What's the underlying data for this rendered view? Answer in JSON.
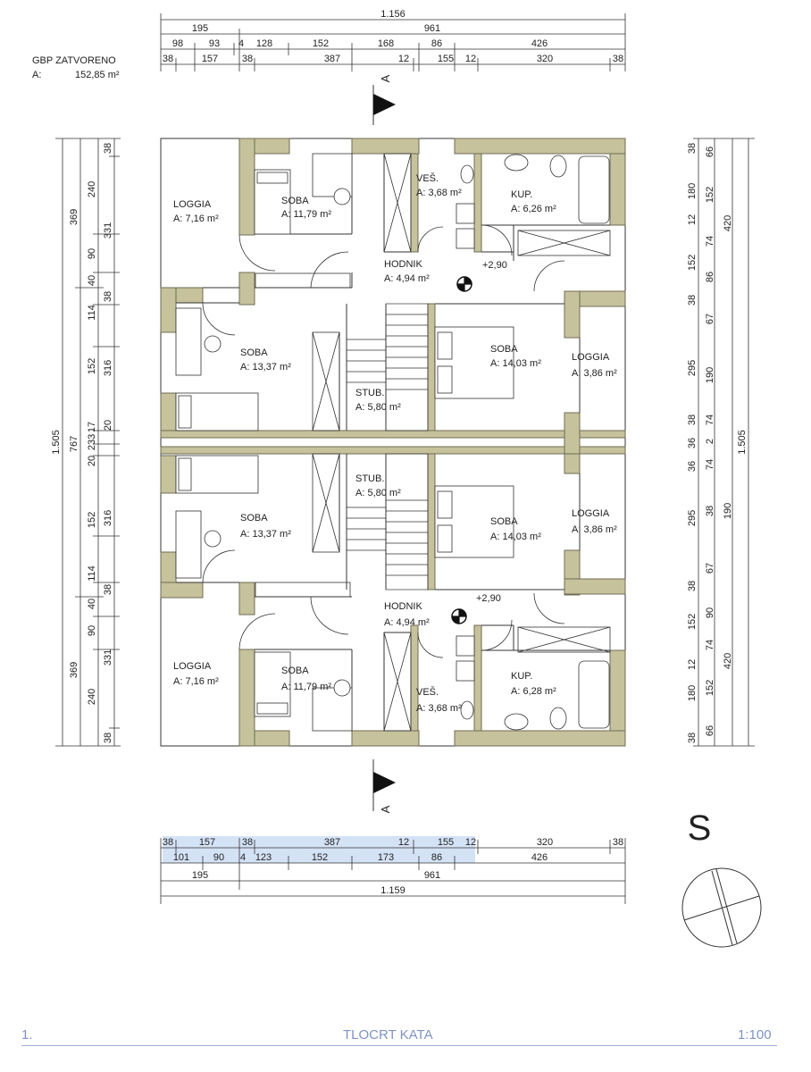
{
  "gbp": {
    "label": "GBP ZATVORENO",
    "area_prefix": "A:",
    "area_value": "152,85 m²"
  },
  "top_dims": {
    "total": "1.156",
    "row2": [
      "195",
      "961"
    ],
    "row3": [
      "98",
      "93",
      "4",
      "128",
      "152",
      "168",
      "86",
      "426"
    ],
    "row4": [
      "38",
      "157",
      "38",
      "387",
      "12",
      "155",
      "12",
      "320",
      "38"
    ]
  },
  "bottom_dims": {
    "row1": [
      "38",
      "157",
      "38",
      "387",
      "12",
      "155",
      "12",
      "320",
      "38"
    ],
    "row2": [
      "101",
      "90",
      "4",
      "123",
      "152",
      "173",
      "86",
      "426"
    ],
    "row3": [
      "195",
      "961"
    ],
    "total": "1.159"
  },
  "left_dims": {
    "total": "1.505",
    "col2": [
      "369",
      "767",
      "369"
    ],
    "col3": [
      "240",
      "90",
      "40",
      "114",
      "152",
      "233",
      "17",
      "20",
      "152",
      "114",
      "40",
      "90",
      "240"
    ],
    "col4": [
      "38",
      "331",
      "38",
      "316",
      "20",
      "316",
      "38",
      "331",
      "38"
    ]
  },
  "right_dims": {
    "total": "1.505",
    "col1": [
      "38",
      "66",
      "12",
      "180",
      "152",
      "74",
      "420",
      "152",
      "86",
      "38",
      "67",
      "295",
      "190",
      "38",
      "74",
      "36",
      "2",
      "36",
      "74",
      "38",
      "190",
      "295",
      "67",
      "38",
      "152",
      "90",
      "74",
      "420",
      "12",
      "180",
      "152",
      "66",
      "38"
    ]
  },
  "rooms": {
    "loggia_top_left": {
      "name": "LOGGIA",
      "area": "A: 7,16 m²"
    },
    "soba_top_small": {
      "name": "SOBA",
      "area": "A: 11,79 m²"
    },
    "ves_top": {
      "name": "VEŠ.",
      "area": "A: 3,68 m²"
    },
    "kup_top": {
      "name": "KUP.",
      "area": "A: 6,26 m²"
    },
    "hodnik_top": {
      "name": "HODNIK",
      "area": "A: 4,94 m²"
    },
    "level_top": "+2,90",
    "soba_top_left": {
      "name": "SOBA",
      "area": "A: 13,37 m²"
    },
    "soba_top_right": {
      "name": "SOBA",
      "area": "A: 14,03 m²"
    },
    "loggia_top_right": {
      "name": "LOGGIA",
      "area": "A: 3,86 m²"
    },
    "stub_top": {
      "name": "STUB.",
      "area": "A: 5,80 m²"
    },
    "stub_bottom": {
      "name": "STUB.",
      "area": "A: 5,80 m²"
    },
    "soba_bottom_left": {
      "name": "SOBA",
      "area": "A: 13,37 m²"
    },
    "soba_bottom_right": {
      "name": "SOBA",
      "area": "A: 14,03 m²"
    },
    "loggia_bottom_right": {
      "name": "LOGGIA",
      "area": "A: 3,86 m²"
    },
    "level_bottom": "+2,90",
    "hodnik_bottom": {
      "name": "HODNIK",
      "area": "A: 4,94 m²"
    },
    "kup_bottom": {
      "name": "KUP.",
      "area": "A: 6,28 m²"
    },
    "loggia_bottom_left": {
      "name": "LOGGIA",
      "area": "A: 7,16 m²"
    },
    "soba_bottom_small": {
      "name": "SOBA",
      "area": "A: 11,79 m²"
    },
    "ves_bottom": {
      "name": "VEŠ.",
      "area": "A: 3,68 m²"
    }
  },
  "section_marker": "A",
  "north_label": "S",
  "footer": {
    "number": "1.",
    "title": "TLOCRT KATA",
    "scale": "1:100"
  },
  "colors": {
    "wall": "#c5c29c",
    "wall_stroke": "#6f6c55",
    "line": "#333333",
    "footer": "#7f93c2",
    "selection": "#a0beeb"
  }
}
